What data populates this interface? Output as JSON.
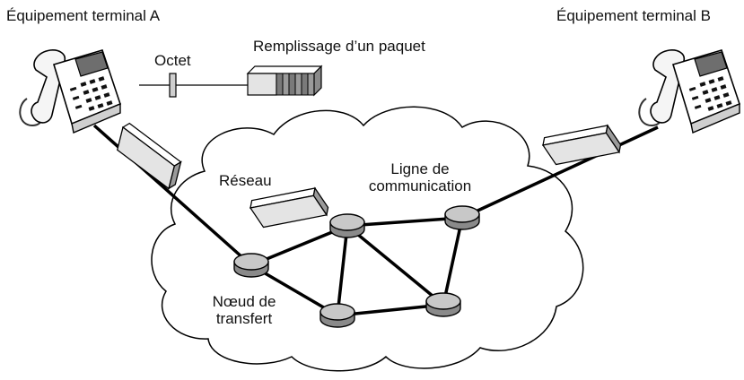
{
  "labels": {
    "terminal_a": "Équipement terminal A",
    "terminal_b": "Équipement terminal B",
    "octet": "Octet",
    "packet_fill": "Remplissage d’un paquet",
    "network": "Réseau",
    "comm_line_1": "Ligne de",
    "comm_line_2": "communication",
    "node_1": "Nœud de",
    "node_2": "transfert"
  },
  "colors": {
    "cloud_stroke": "#000000",
    "node_top": "#c8c8c8",
    "node_side": "#8a8a8a",
    "packet_face": "#e4e4e4",
    "packet_dark": "#9a9a9a",
    "phone_body": "#f5f5f5",
    "phone_screen": "#6e6e6e"
  },
  "icons": {
    "phone_a": "desk-phone-icon",
    "phone_b": "desk-phone-icon",
    "octet": "byte-block-icon",
    "packet_stack": "packet-stack-icon",
    "packet": "packet-box-icon",
    "node": "transfer-node-icon"
  }
}
